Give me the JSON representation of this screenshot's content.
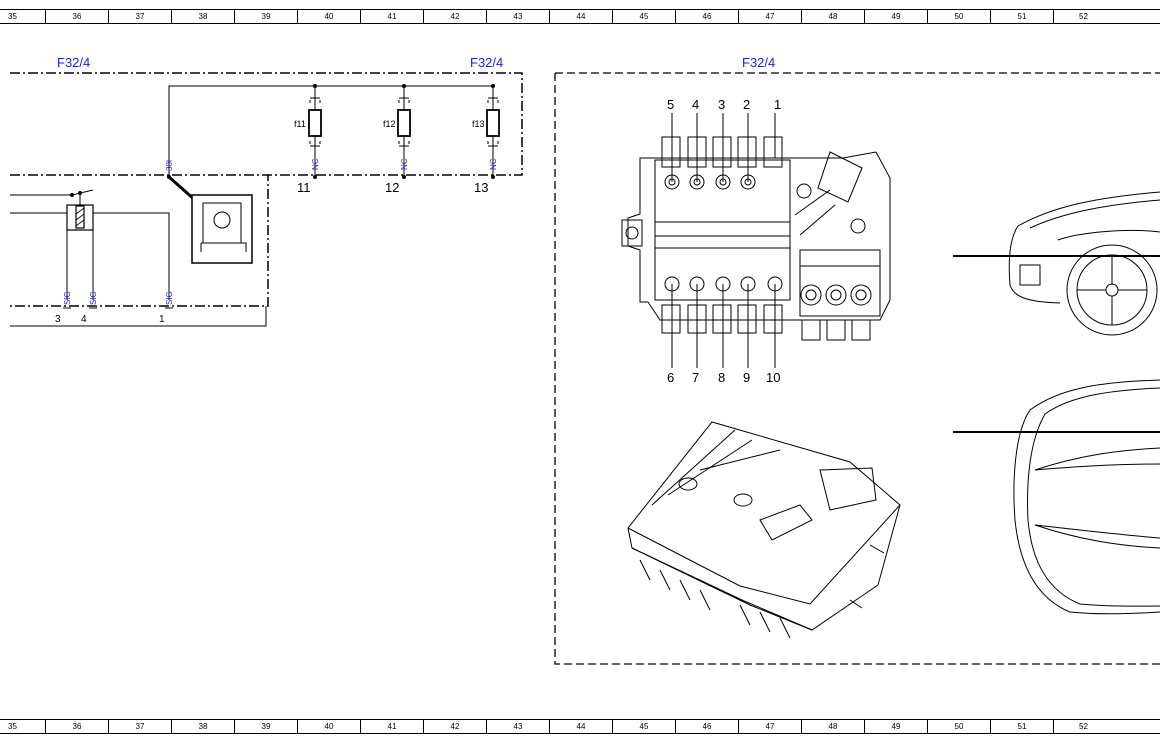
{
  "ruler": {
    "columns": [
      "35",
      "36",
      "37",
      "38",
      "39",
      "40",
      "41",
      "42",
      "43",
      "44",
      "45",
      "46",
      "47",
      "48",
      "49",
      "50",
      "51",
      "52"
    ]
  },
  "schematic": {
    "component_label_left": "F32/4",
    "component_label_right": "F32/4",
    "fuses": [
      {
        "id": "f11",
        "pin_signal": "NC",
        "terminal": "11"
      },
      {
        "id": "f12",
        "pin_signal": "NC",
        "terminal": "12"
      },
      {
        "id": "f13",
        "pin_signal": "NC",
        "terminal": "13"
      }
    ],
    "input_pin_signal": "30I",
    "relay_pins": [
      {
        "signal": "SIG",
        "terminal": "3"
      },
      {
        "signal": "SIG",
        "terminal": "4"
      },
      {
        "signal": "SIG",
        "terminal": "1"
      }
    ]
  },
  "location_view": {
    "component_label": "F32/4",
    "top_callouts": [
      "5",
      "4",
      "3",
      "2",
      "1"
    ],
    "bottom_callouts": [
      "6",
      "7",
      "8",
      "9",
      "10"
    ]
  },
  "colors": {
    "label_blue": "#1f1fd6",
    "line": "#000000"
  }
}
